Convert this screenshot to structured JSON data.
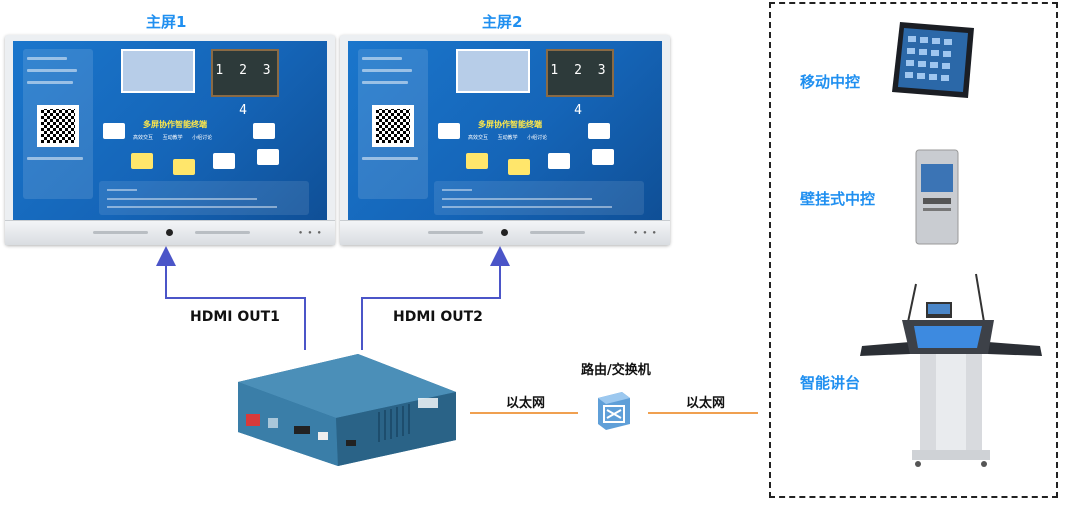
{
  "labels": {
    "screen1": "主屏1",
    "screen2": "主屏2",
    "hdmi_out1": "HDMI OUT1",
    "hdmi_out2": "HDMI OUT2",
    "router": "路由/交换机",
    "ethernet_left": "以太网",
    "ethernet_right": "以太网",
    "mobile_control": "移动中控",
    "wall_control": "壁挂式中控",
    "smart_podium": "智能讲台"
  },
  "screen_content": {
    "board_text": "1 2 3 4",
    "title": "多屏协作智能终端",
    "subtitle": "高效交互  互动教学  小组讨论"
  },
  "colors": {
    "accent_blue": "#1f8ff0",
    "hdmi_line": "#4b55c8",
    "ethernet_line": "#f0a050",
    "screen_bg": "#1a76cc"
  },
  "icons": [
    "monitor-icon",
    "media-box-icon",
    "router-switch-icon",
    "tablet-icon",
    "wall-panel-icon",
    "podium-icon"
  ]
}
